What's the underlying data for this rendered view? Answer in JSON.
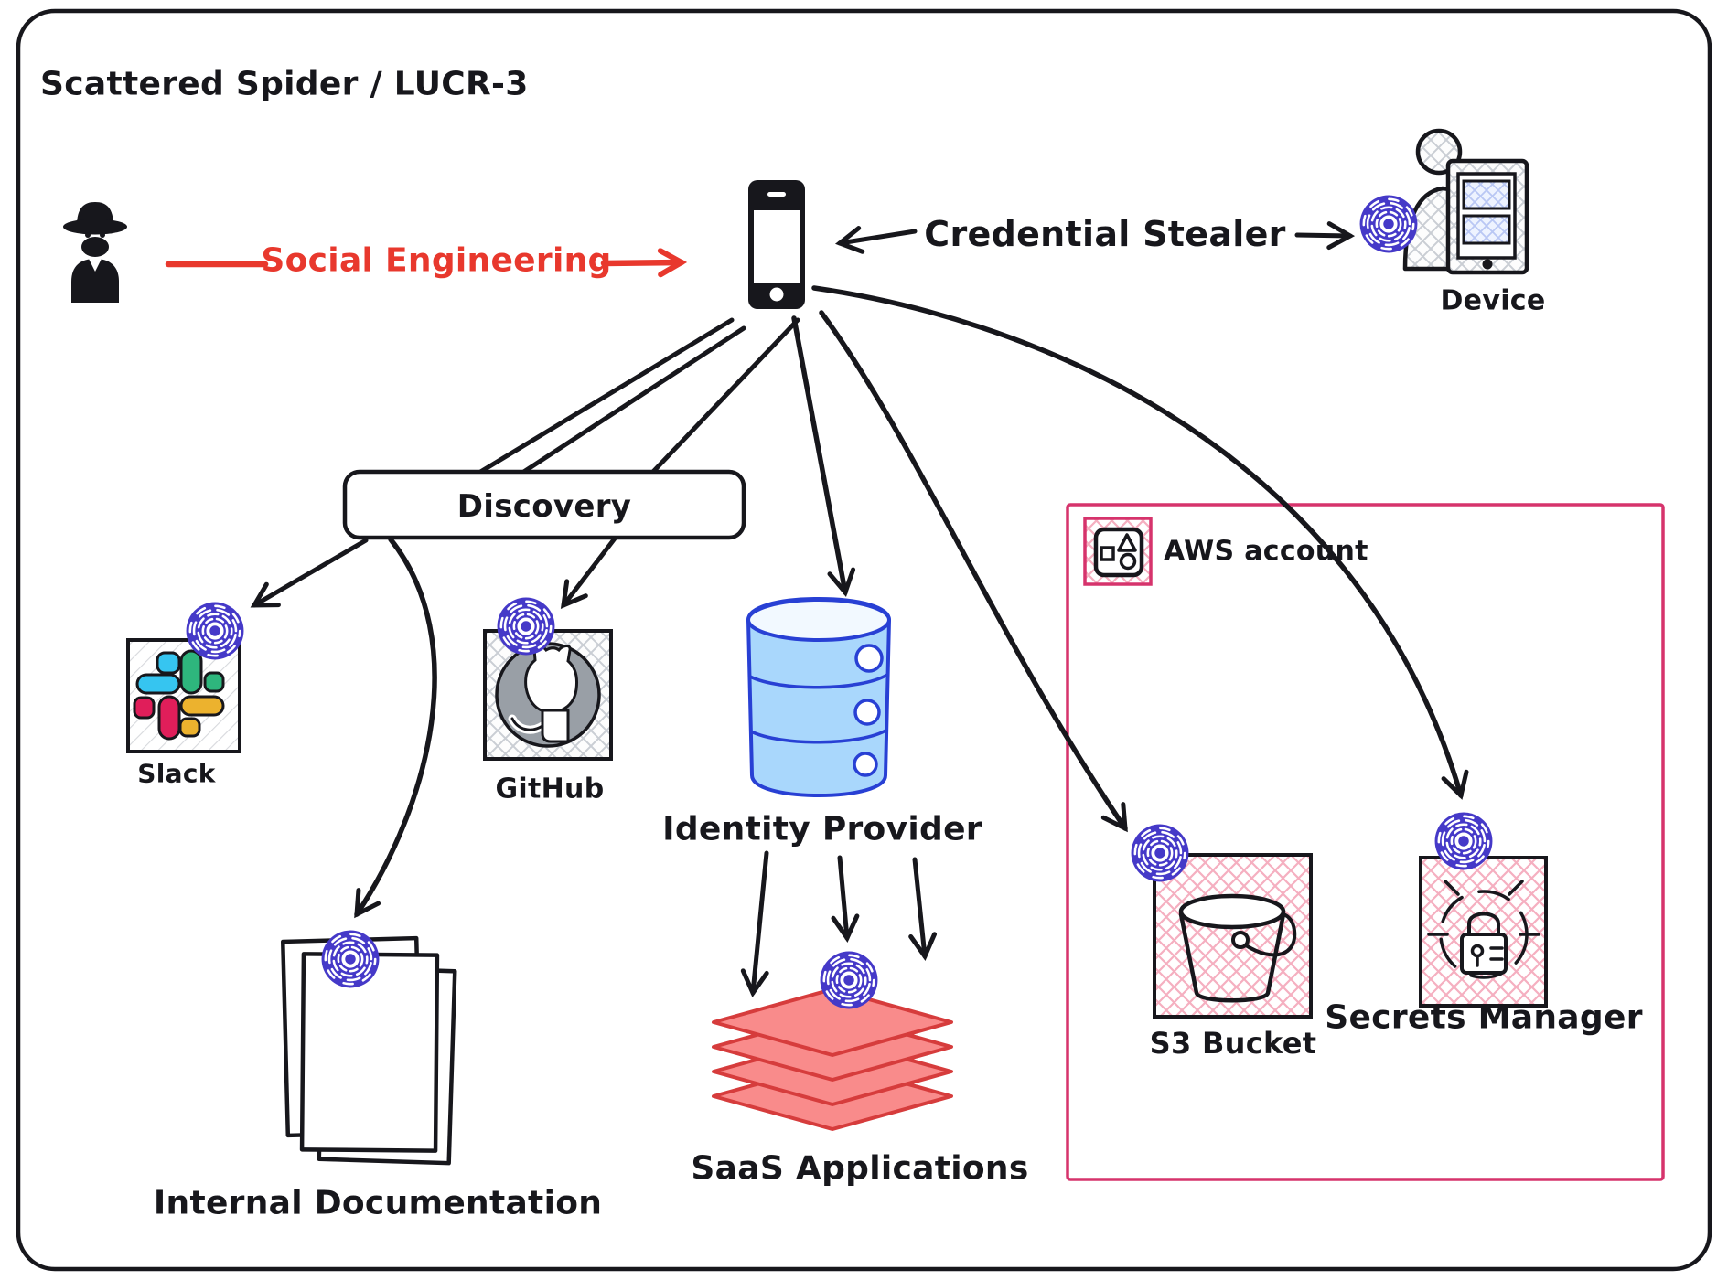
{
  "title": "Scattered Spider / LUCR-3",
  "badge": {
    "icon": "fingerprint-target-icon",
    "color": "#4539c8"
  },
  "colors": {
    "ink": "#17171c",
    "attack_red": "#e8382d",
    "aws_pink": "#d6336c",
    "db_blue_stroke": "#2840d4",
    "db_blue_fill": "#a9d7fc",
    "saas_fill": "#f98b8b",
    "saas_stroke": "#d63c3c",
    "badge_indigo": "#4539c8",
    "slack_blue": "#36C5F0",
    "slack_green": "#2EB67D",
    "slack_red": "#E01E5A",
    "slack_yellow": "#ECB22E",
    "github_grey": "#999fa6"
  },
  "nodes": {
    "attacker": {
      "icon": "spy-icon"
    },
    "phone": {
      "icon": "smartphone-icon"
    },
    "device": {
      "label": "Device",
      "icon": "person-at-device-icon"
    },
    "discovery": {
      "label": "Discovery"
    },
    "slack": {
      "label": "Slack",
      "icon": "slack-icon"
    },
    "github": {
      "label": "GitHub",
      "icon": "github-icon"
    },
    "internal_documentation": {
      "label": "Internal Documentation",
      "icon": "documents-icon"
    },
    "identity_provider": {
      "label": "Identity Provider",
      "icon": "database-icon"
    },
    "saas_applications": {
      "label": "SaaS Applications",
      "icon": "layers-icon"
    },
    "aws_account": {
      "label": "AWS account",
      "icon": "aws-resource-icon"
    },
    "s3_bucket": {
      "label": "S3 Bucket",
      "icon": "bucket-icon"
    },
    "secrets_manager": {
      "label": "Secrets Manager",
      "icon": "lock-crosshair-icon"
    }
  },
  "edges": [
    {
      "name": "social-engineering",
      "label": "Social Engineering",
      "from": "attacker",
      "to": "phone"
    },
    {
      "name": "credential-stealer",
      "label": "Credential Stealer",
      "from": "device",
      "to": "phone"
    },
    {
      "name": "phone-to-discovery",
      "from": "phone",
      "to": "discovery"
    },
    {
      "name": "discovery-to-slack",
      "from": "discovery",
      "to": "slack"
    },
    {
      "name": "discovery-to-github",
      "from": "discovery",
      "to": "github"
    },
    {
      "name": "discovery-to-internal-documentation",
      "from": "discovery",
      "to": "internal_documentation"
    },
    {
      "name": "phone-to-identity-provider",
      "from": "phone",
      "to": "identity_provider"
    },
    {
      "name": "identity-provider-to-saas",
      "from": "identity_provider",
      "to": "saas_applications",
      "arrow_count": 3
    },
    {
      "name": "phone-to-s3-bucket",
      "from": "phone",
      "to": "s3_bucket"
    },
    {
      "name": "phone-to-secrets-manager",
      "from": "phone",
      "to": "secrets_manager"
    }
  ]
}
